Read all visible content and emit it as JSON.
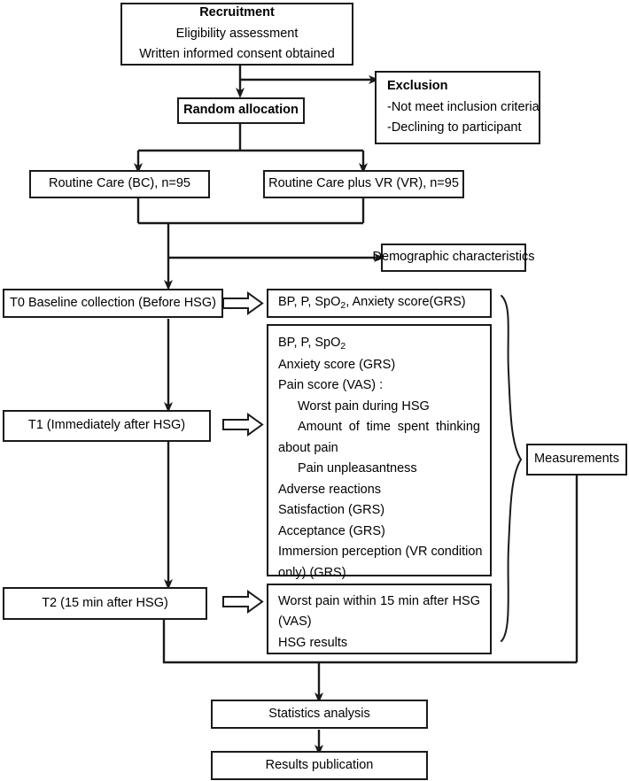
{
  "diagram": {
    "title": "Study flow diagram",
    "accent_color": "#1a1a1a",
    "background_color": "#ffffff"
  },
  "nodes": {
    "recruitment": {
      "heading": "Recruitment",
      "line1": "Eligibility assessment",
      "line2": "Written informed consent obtained"
    },
    "random_allocation": {
      "label": "Random allocation"
    },
    "exclusion": {
      "heading": "Exclusion",
      "line1": "-Not meet inclusion criteria",
      "line2": "-Declining to participant"
    },
    "routine_care": {
      "label": "Routine Care (BC), n=95"
    },
    "routine_care_vr": {
      "label": "Routine Care plus VR (VR), n=95"
    },
    "demographics": {
      "label": "Demographic characteristics"
    },
    "t0": {
      "label": "T0 Baseline collection (Before HSG)"
    },
    "t0_measures": {
      "line1_pre": "BP, P, SpO",
      "line1_sub": "2",
      "line1_post": ", Anxiety score(GRS)"
    },
    "t1": {
      "label": "T1 (Immediately after HSG)"
    },
    "t1_measures": {
      "line1_pre": "BP, P, SpO",
      "line1_sub": "2",
      "line2": "Anxiety score (GRS)",
      "line3": "Pain score (VAS) :",
      "line4": "Worst pain during HSG",
      "line5": "Amount of time spent thinking",
      "line6": "about pain",
      "line7": "Pain unpleasantness",
      "line8": "Adverse reactions",
      "line9": "Satisfaction (GRS)",
      "line10": "Acceptance (GRS)",
      "line11": "Immersion perception (VR condition",
      "line12": "only) (GRS)"
    },
    "t2": {
      "label": "T2 (15 min after HSG)"
    },
    "t2_measures": {
      "line1": "Worst pain within 15 min after HSG",
      "line2": "(VAS)",
      "line3": "HSG results"
    },
    "measurements": {
      "label": "Measurements"
    },
    "statistics": {
      "label": "Statistics analysis"
    },
    "results": {
      "label": "Results publication"
    }
  }
}
